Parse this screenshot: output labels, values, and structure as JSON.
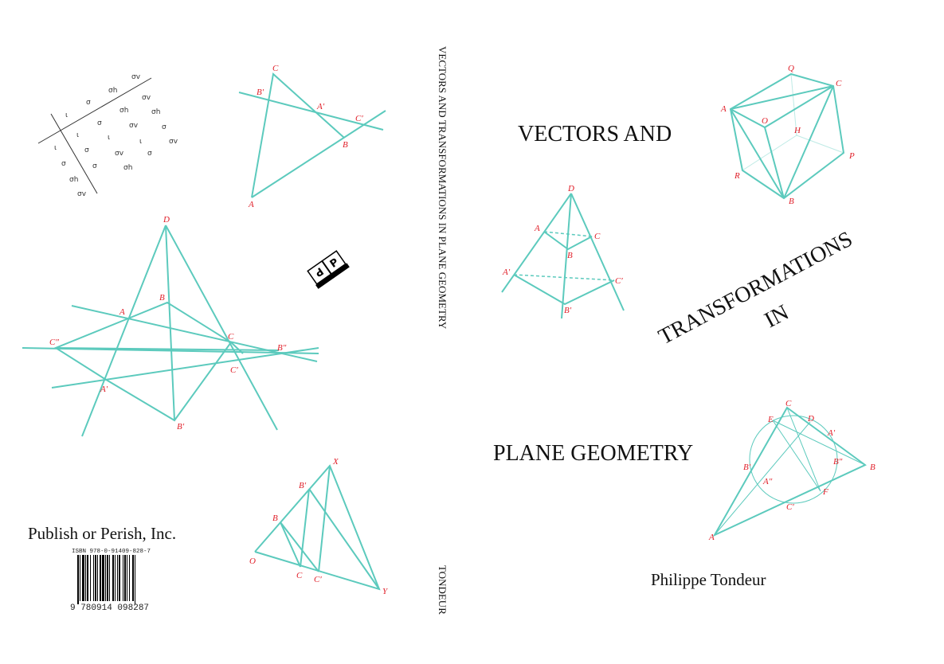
{
  "front": {
    "title_line1": "VECTORS AND",
    "title_line2": "TRANSFORMATIONS",
    "title_line3": "IN",
    "title_line4": "PLANE GEOMETRY",
    "author": "Philippe Tondeur"
  },
  "spine": {
    "title": "VECTORS AND TRANSFORMATIONS IN PLANE GEOMETRY",
    "author": "TONDEUR"
  },
  "back": {
    "publisher": "Publish or Perish, Inc.",
    "isbn": "ISBN 978-0-91409-828-7",
    "barcode_digits": "9 780914 098287",
    "logo_letters": "P P",
    "symbol_table": [
      "ι",
      "σ",
      "σh",
      "σv",
      "σv",
      "σh",
      "σ",
      "ι",
      "σh",
      "σv",
      "σ",
      "ι",
      "ι",
      "σ",
      "σv",
      "σ",
      "ι",
      "σ",
      "σv",
      "σ",
      "σh",
      "σh",
      "σv"
    ]
  },
  "diagrams": {
    "triangle_top": [
      "C",
      "B′",
      "A′",
      "C′",
      "B",
      "A"
    ],
    "big": [
      "D",
      "B",
      "A",
      "C",
      "C″",
      "B″",
      "C′",
      "A′",
      "B′"
    ],
    "bottom": [
      "X",
      "B′",
      "B",
      "O",
      "C",
      "C′",
      "Y"
    ],
    "pyramid": [
      "D",
      "A",
      "C",
      "B",
      "A′",
      "C′",
      "B′"
    ],
    "cube": [
      "Q",
      "C",
      "A",
      "O",
      "H",
      "P",
      "R",
      "B"
    ],
    "circle": [
      "C",
      "E",
      "D",
      "A′",
      "B′",
      "B″",
      "A″",
      "F",
      "C′",
      "B",
      "A"
    ]
  },
  "colors": {
    "lines": "#5ccabd",
    "labels": "#e0202a",
    "text": "#111111"
  }
}
